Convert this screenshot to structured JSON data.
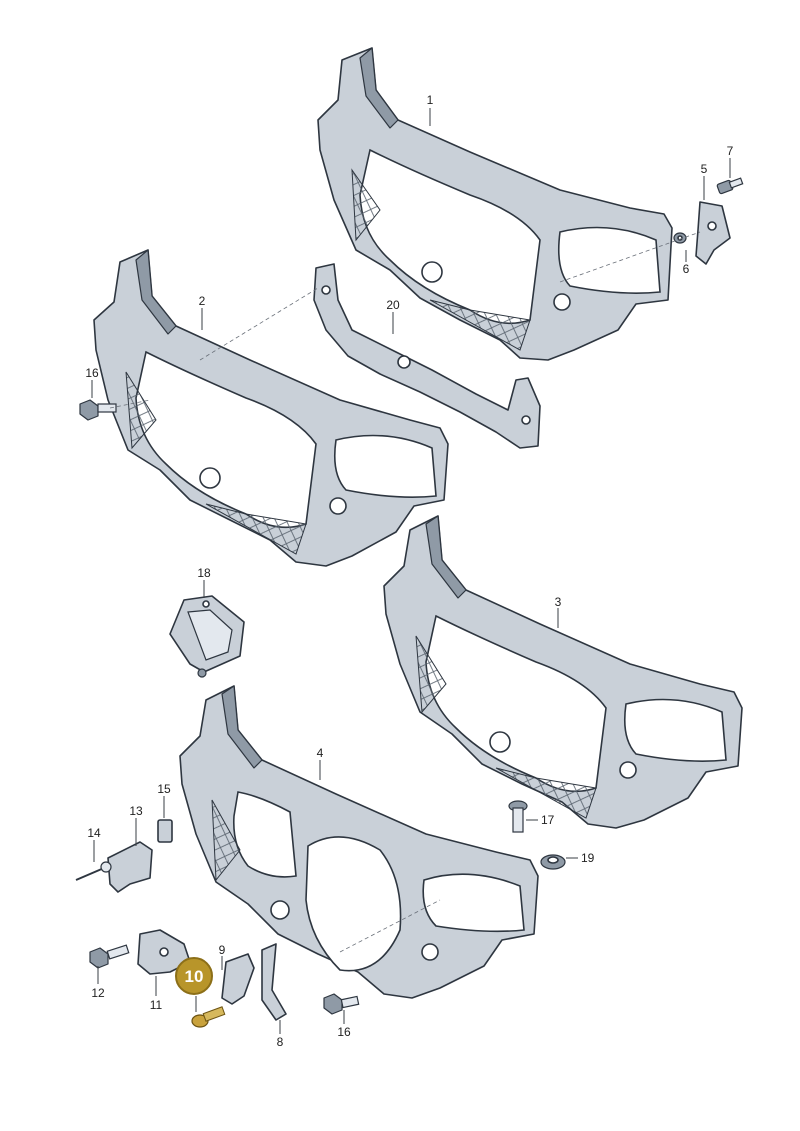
{
  "highlight": {
    "label": "10",
    "fill": "#b8952a",
    "stroke": "#8c6f18"
  },
  "callouts": {
    "c1": "1",
    "c2": "2",
    "c3": "3",
    "c4": "4",
    "c5": "5",
    "c6": "6",
    "c7": "7",
    "c8": "8",
    "c9": "9",
    "c11": "11",
    "c12": "12",
    "c13": "13",
    "c14": "14",
    "c15": "15",
    "c16a": "16",
    "c16b": "16",
    "c17": "17",
    "c18": "18",
    "c19": "19",
    "c20": "20"
  }
}
